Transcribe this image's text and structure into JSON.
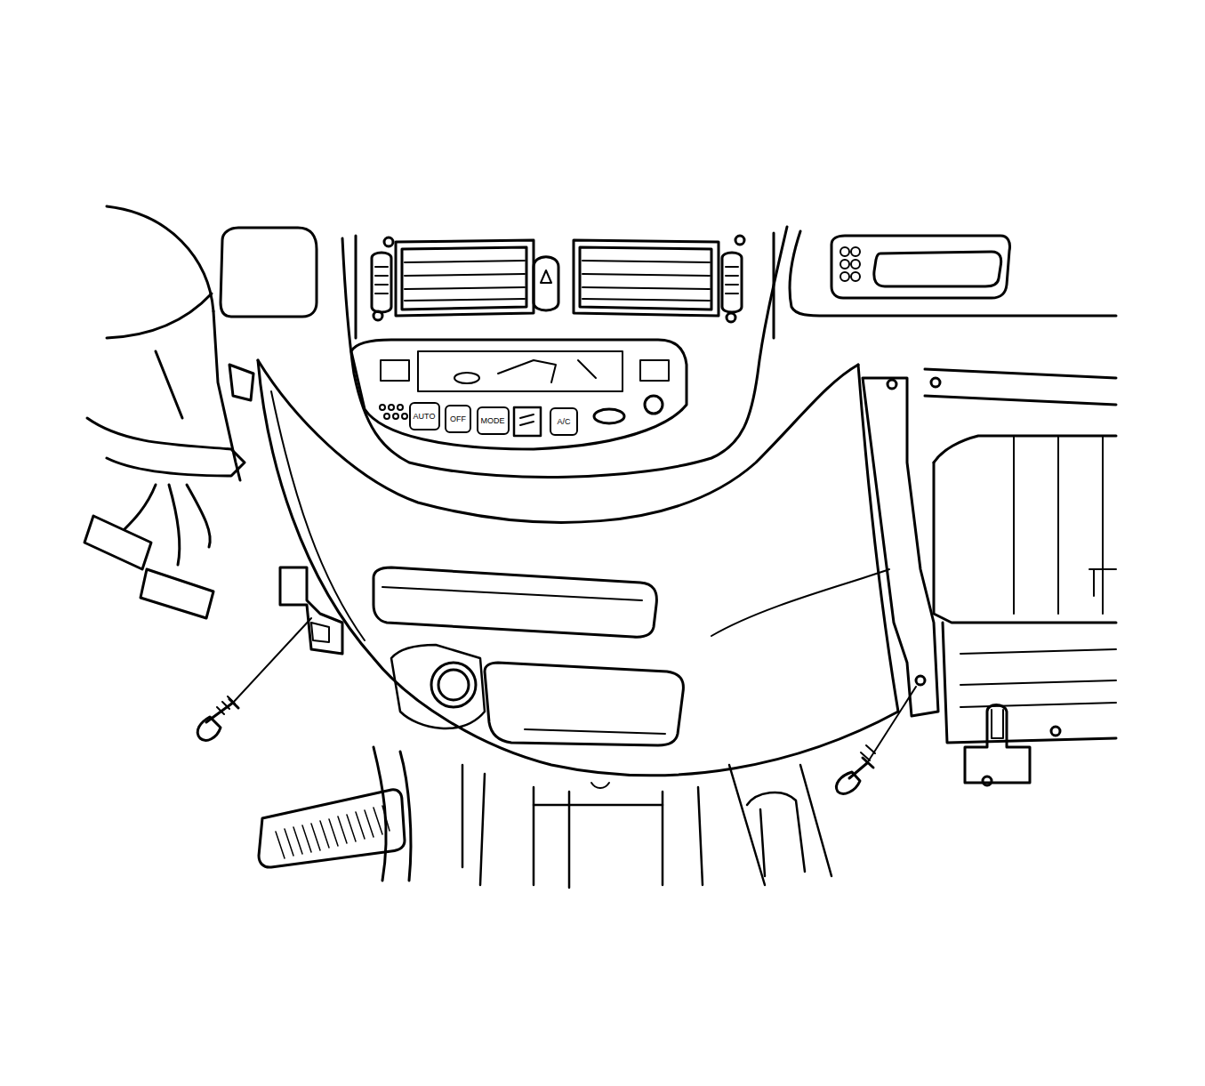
{
  "diagram": {
    "nodes": [
      {
        "text": [
          "AUTO"
        ]
      },
      {
        "text": [
          "OFF"
        ]
      },
      {
        "text": [
          "MODE"
        ]
      },
      {
        "text": [
          "A/C"
        ]
      }
    ]
  }
}
